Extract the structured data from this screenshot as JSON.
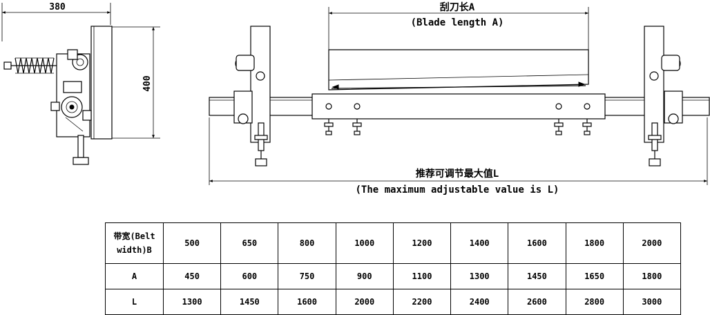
{
  "dimensions": {
    "width_380": "380",
    "height_400": "400",
    "blade_length_cn": "刮刀长A",
    "blade_length_en": "(Blade length A)",
    "max_adjust_cn": "推荐可调节最大值L",
    "max_adjust_en": "(The maximum adjustable value is L)"
  },
  "table": {
    "row_header_b_cn": "带宽(Belt",
    "row_header_b_en": "width)B",
    "row_header_a": "A",
    "row_header_l": "L",
    "belt_width_b": [
      "500",
      "650",
      "800",
      "1000",
      "1200",
      "1400",
      "1600",
      "1800",
      "2000"
    ],
    "blade_length_a": [
      "450",
      "600",
      "750",
      "900",
      "1100",
      "1300",
      "1450",
      "1650",
      "1800"
    ],
    "max_value_l": [
      "1300",
      "1450",
      "1600",
      "2000",
      "2200",
      "2400",
      "2600",
      "2800",
      "3000"
    ]
  }
}
